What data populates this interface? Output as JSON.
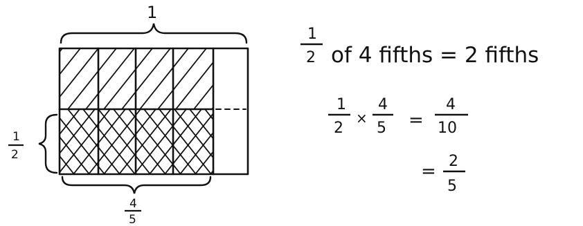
{
  "diagram": {
    "top_label": "1",
    "left_label": {
      "numerator": "1",
      "denominator": "2"
    },
    "bottom_label": {
      "numerator": "4",
      "denominator": "5"
    },
    "ink_color": "#111111",
    "paper_color": "#ffffff"
  },
  "equations": {
    "line1": {
      "frac": {
        "numerator": "1",
        "denominator": "2"
      },
      "text": "of 4 fifths = 2 fifths"
    },
    "line2": {
      "frac_a": {
        "numerator": "1",
        "denominator": "2"
      },
      "times": "×",
      "frac_b": {
        "numerator": "4",
        "denominator": "5"
      },
      "equals": "=",
      "result": {
        "numerator": "4",
        "denominator": "10"
      }
    },
    "line3": {
      "equals": "=",
      "result": {
        "numerator": "2",
        "denominator": "5"
      }
    }
  }
}
